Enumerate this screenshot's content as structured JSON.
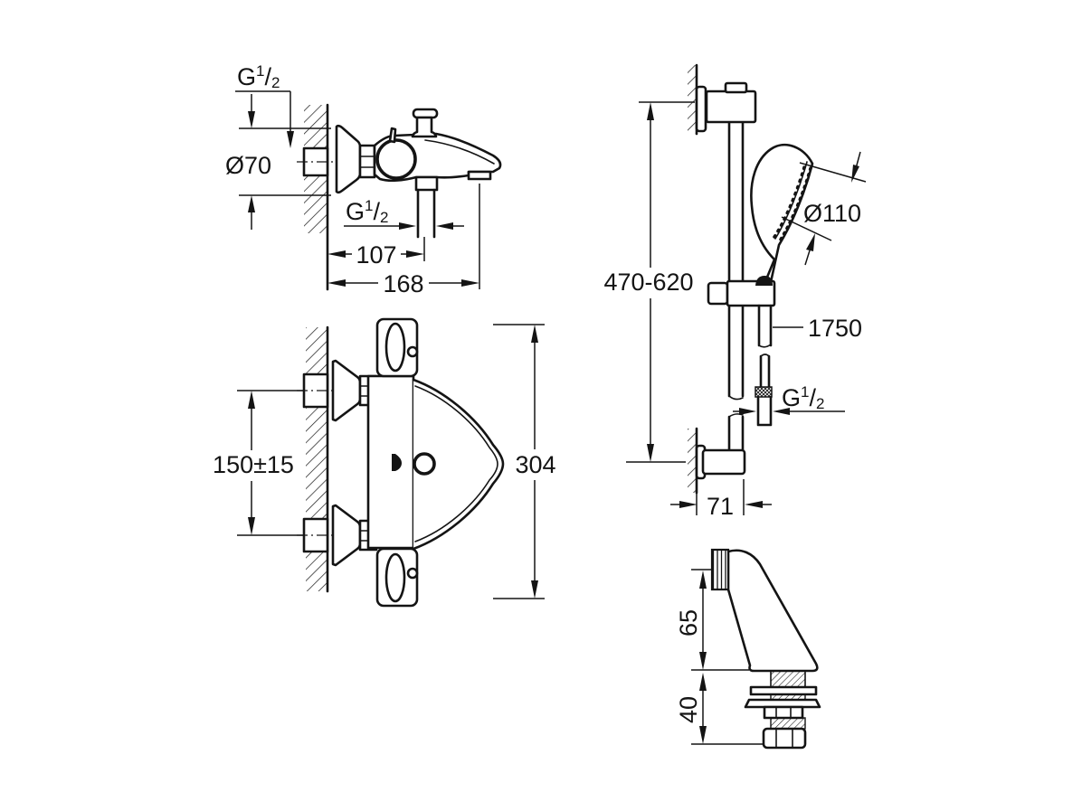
{
  "colors": {
    "ink": "#141414",
    "background": "#ffffff"
  },
  "views": {
    "mixer_side": {
      "dims": {
        "wall_thread": "G 1/2",
        "flange_diameter": "Ø70",
        "outlet_thread": "G 1/2",
        "wall_to_outlet": "107",
        "wall_to_spout_tip": "168"
      }
    },
    "mixer_top": {
      "dims": {
        "inlet_spacing": "150±15",
        "overall_width": "304"
      }
    },
    "shower_rail": {
      "dims": {
        "rail_adjust_range": "470-620",
        "handshower_diameter": "Ø110",
        "hose_length": "1750",
        "hose_thread": "G 1/2",
        "wall_to_rail": "71"
      }
    },
    "holder": {
      "dims": {
        "height_above_deck": "65",
        "depth_below_deck": "40"
      }
    }
  }
}
